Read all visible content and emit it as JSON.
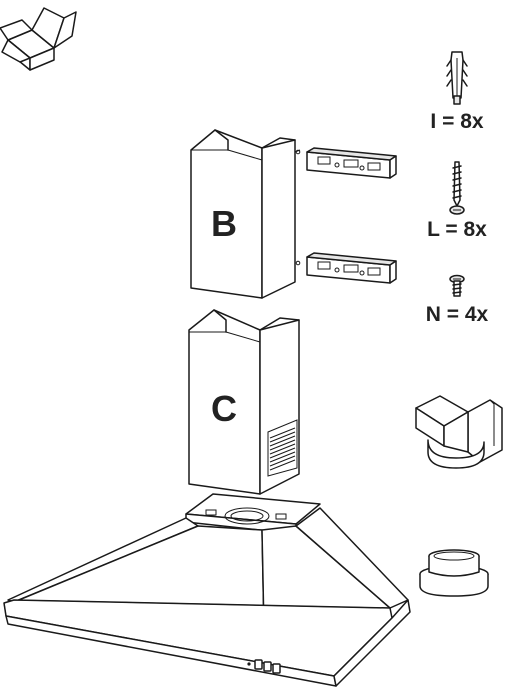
{
  "parts": {
    "chimney_upper": {
      "letter": "B"
    },
    "chimney_lower": {
      "letter": "C"
    }
  },
  "hardware": {
    "wall_plug": {
      "label": "I = 8x"
    },
    "wood_screw": {
      "label": "L = 8x"
    },
    "small_screw": {
      "label": "N = 4x"
    }
  },
  "icons": {
    "box": "open-box-icon",
    "wall_plug": "wall-plug-icon",
    "wood_screw": "wood-screw-icon",
    "small_screw": "machine-screw-icon",
    "flange_large": "flange-adapter-icon",
    "flange_small": "round-duct-collar-icon"
  }
}
